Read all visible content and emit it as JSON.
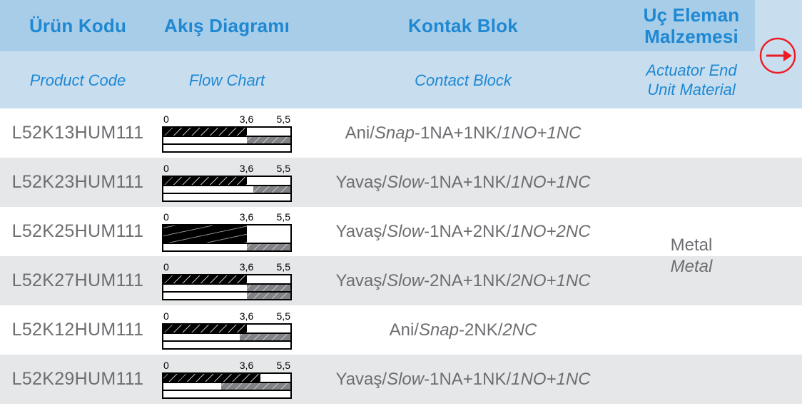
{
  "header": {
    "columns": [
      {
        "tr": "Ürün Kodu",
        "en": "Product Code"
      },
      {
        "tr": "Akış Diagramı",
        "en": "Flow Chart"
      },
      {
        "tr": "Kontak Blok",
        "en": "Contact Block"
      },
      {
        "tr": "Uç Eleman Malzemesi",
        "en": "Actuator End Unit Material"
      }
    ],
    "uc_line1": "Uç Eleman",
    "uc_line2": "Malzemesi",
    "en_line1": "Actuator End",
    "en_line2": "Unit Material",
    "arrow_icon": "circle-arrow-right-icon",
    "colors": {
      "header_top_bg": "#a8cde8",
      "header_bottom_bg": "#c8deef",
      "header_text": "#1e88d2",
      "arrow": "#ed1c24",
      "row_alt_bg": "#e6e7e8",
      "body_text": "#6d6e71"
    }
  },
  "chart_data": {
    "type": "bar",
    "title": "Akış Diagramı / Flow Chart",
    "xlabel": "",
    "ylabel": "",
    "xlim": [
      0,
      5.5
    ],
    "ticks": [
      {
        "value": 0,
        "label": "0"
      },
      {
        "value": 3.6,
        "label": "3,6"
      },
      {
        "value": 5.5,
        "label": "5,5"
      }
    ],
    "grid": false,
    "legend": "none",
    "charts": [
      {
        "product": "L52K13HUM111",
        "bars": [
          {
            "fills": [
              {
                "from": 0,
                "to": 3.6,
                "color": "black"
              }
            ]
          },
          {
            "fills": [
              {
                "from": 3.6,
                "to": 5.5,
                "color": "gray"
              }
            ]
          },
          {
            "fills": []
          }
        ]
      },
      {
        "product": "L52K23HUM111",
        "bars": [
          {
            "fills": [
              {
                "from": 0,
                "to": 3.6,
                "color": "black"
              }
            ]
          },
          {
            "fills": [
              {
                "from": 3.9,
                "to": 5.5,
                "color": "gray"
              }
            ]
          },
          {
            "fills": []
          }
        ]
      },
      {
        "product": "L52K25HUM111",
        "bars": [
          {
            "tall": true,
            "fills": [
              {
                "from": 0,
                "to": 3.6,
                "color": "black"
              }
            ]
          },
          {
            "fills": [
              {
                "from": 3.6,
                "to": 5.5,
                "color": "gray"
              }
            ]
          }
        ]
      },
      {
        "product": "L52K27HUM111",
        "bars": [
          {
            "fills": [
              {
                "from": 0,
                "to": 3.6,
                "color": "black"
              }
            ]
          },
          {
            "fills": [
              {
                "from": 3.6,
                "to": 5.5,
                "color": "gray"
              }
            ]
          },
          {
            "fills": [
              {
                "from": 3.6,
                "to": 5.5,
                "color": "gray"
              }
            ]
          }
        ]
      },
      {
        "product": "L52K12HUM111",
        "bars": [
          {
            "fills": [
              {
                "from": 0,
                "to": 3.6,
                "color": "black"
              }
            ]
          },
          {
            "fills": [
              {
                "from": 3.3,
                "to": 5.5,
                "color": "gray"
              }
            ]
          },
          {
            "fills": []
          }
        ]
      },
      {
        "product": "L52K29HUM111",
        "bars": [
          {
            "fills": [
              {
                "from": 0,
                "to": 4.2,
                "color": "black"
              }
            ]
          },
          {
            "fills": [
              {
                "from": 2.5,
                "to": 5.5,
                "color": "gray"
              }
            ]
          },
          {
            "fills": []
          }
        ]
      }
    ]
  },
  "table": {
    "rows": [
      {
        "code": "L52K13HUM111",
        "contact": {
          "tr": "Ani",
          "en": "Snap",
          "sep": "-",
          "code_tr": "1NA+1NK",
          "code_en": "1NO+1NC"
        }
      },
      {
        "code": "L52K23HUM111",
        "contact": {
          "tr": "Yavaş",
          "en": "Slow",
          "sep": "-",
          "code_tr": "1NA+1NK",
          "code_en": "1NO+1NC"
        }
      },
      {
        "code": "L52K25HUM111",
        "contact": {
          "tr": "Yavaş",
          "en": "Slow",
          "sep": "-",
          "code_tr": "1NA+2NK",
          "code_en": "1NO+2NC"
        }
      },
      {
        "code": "L52K27HUM111",
        "contact": {
          "tr": "Yavaş",
          "en": "Slow",
          "sep": "-",
          "code_tr": "2NA+1NK",
          "code_en": "2NO+1NC"
        }
      },
      {
        "code": "L52K12HUM111",
        "contact": {
          "tr": "Ani",
          "en": "Snap",
          "sep": "-",
          "code_tr": "2NK",
          "code_en": "2NC"
        }
      },
      {
        "code": "L52K29HUM111",
        "contact": {
          "tr": "Yavaş",
          "en": "Slow",
          "sep": "-",
          "code_tr": "1NA+1NK",
          "code_en": "1NO+1NC"
        }
      }
    ],
    "material": {
      "tr": "Metal",
      "en": "Metal"
    }
  }
}
